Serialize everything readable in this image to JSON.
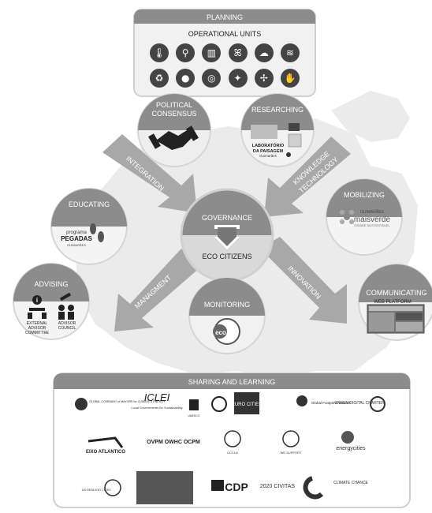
{
  "planning": {
    "title": "PLANNING",
    "subtitle": "OPERATIONAL UNITS",
    "units_row1": [
      "thermometer-icon",
      "bicycle-icon",
      "building-icon",
      "butterfly-icon",
      "cloud-sun-icon",
      "sound-wave-icon"
    ],
    "units_row2": [
      "recycle-icon",
      "water-drop-icon",
      "globe-icon",
      "lightbulb-icon",
      "wind-turbine-icon",
      "handshake-icon"
    ]
  },
  "nodes": {
    "political_consensus": "POLITICAL\nCONSENSUS",
    "researching": "RESEARCHING",
    "educating": "EDUCATING",
    "mobilizing": "MOBILIZING",
    "advising": "ADVISING",
    "communicating": "COMMUNICATING",
    "monitoring": "MONITORING",
    "governance": "GOVERNANCE",
    "eco_citizens": "ECO CITIZENS"
  },
  "arrows": {
    "integration": "INTEGRATION",
    "knowledge_technology": "KNOWLEDGE\nTECHNOLOGY",
    "managment": "MANAGMENT",
    "innovation": "INNOVATION"
  },
  "researching_logo": {
    "line1": "LABORATÓRIO",
    "line2": "DA PAISAGEM",
    "line3": "Guimarães"
  },
  "educating_logo": {
    "line1": "programa",
    "line2": "PEGADAS",
    "line3": "GUIMARÃES"
  },
  "mobilizing_logo": {
    "line1": "GUIMARÃES",
    "line2": "maisverde",
    "line3": "CIDADE SUSTENTÁVEL"
  },
  "advising_labels": {
    "left": "EXTERNAL\nADVISOR\nCOMMITTEE",
    "right": "ADVISOR\nCOUNCIL"
  },
  "communicating_label": "WEB PLATFORM",
  "monitoring_logo": "eco",
  "sharing": {
    "title": "SHARING AND LEARNING",
    "row1": [
      {
        "name": "global-covenant",
        "text": "GLOBAL COVENANT of MAYORS for CLIMATE & ENERGY"
      },
      {
        "name": "iclei",
        "text": "ICLEI",
        "sub": "Local Governments for Sustainability"
      },
      {
        "name": "unesco",
        "text": "UNESCO"
      },
      {
        "name": "eurocities",
        "text": "EURO CITIES"
      },
      {
        "name": "global-footprint",
        "text": "Global Footprint Network"
      },
      {
        "name": "green-digital",
        "text": "GREEN DIGITAL CHARTER"
      }
    ],
    "row2": [
      {
        "name": "eixo-atlantico",
        "text": "EIXO ATLANTICO"
      },
      {
        "name": "ovpm",
        "text": "OVPM OWHC OCPM"
      },
      {
        "name": "uccla",
        "text": "UCCLA"
      },
      {
        "name": "global-compact",
        "text": "WE SUPPORT"
      },
      {
        "name": "energy-cities",
        "text": "energycities"
      }
    ],
    "row3": [
      {
        "name": "resilient-cities",
        "text": "100 RESILIENT CITIES"
      },
      {
        "name": "map-photo",
        "text": ""
      },
      {
        "name": "cdp",
        "text": "CDP"
      },
      {
        "name": "civitas",
        "text": "2020 CIVITAS"
      },
      {
        "name": "climate-chance",
        "text": "CLIMATE CHANCE"
      }
    ]
  }
}
